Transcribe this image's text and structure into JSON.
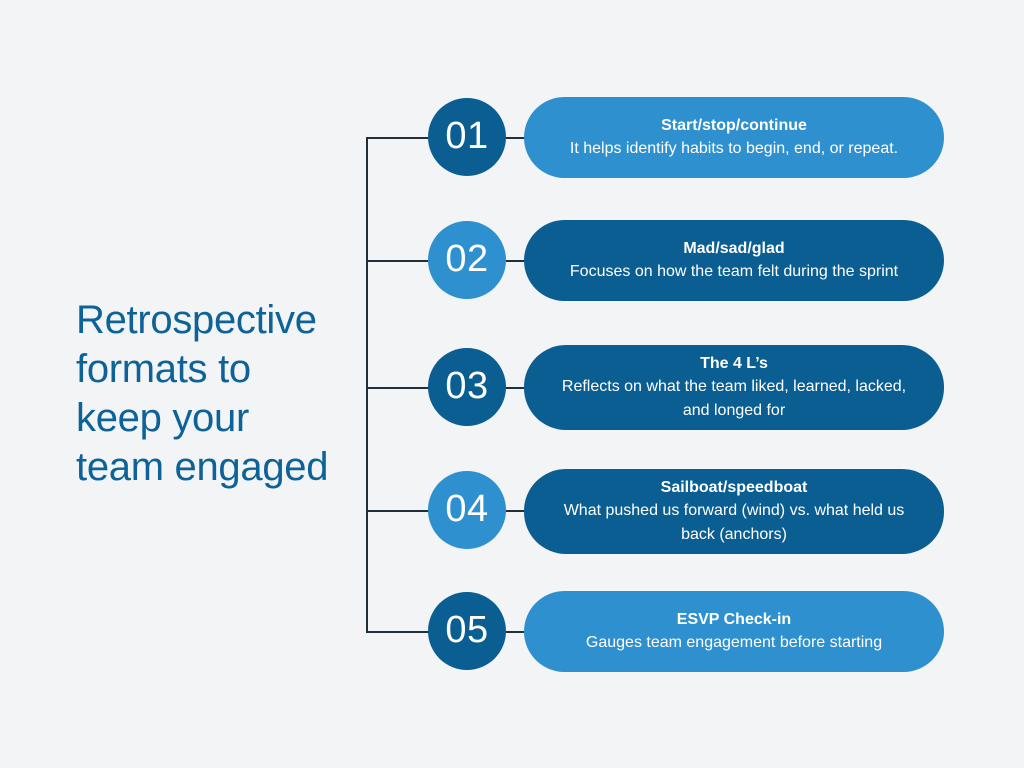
{
  "background_color": "#f2f4f6",
  "palette": {
    "dark_blue": "#0a5e91",
    "light_blue": "#2e90ce",
    "title_blue": "#0d6298",
    "connector": "#20303b",
    "text_on_blue": "#ffffff"
  },
  "title": {
    "lines": [
      "Retrospective",
      "formats to",
      "keep your",
      "team engaged"
    ]
  },
  "items": [
    {
      "number": "01",
      "title": "Start/stop/continue",
      "description": "It helps identify habits to begin, end, or repeat.",
      "circle_color": "#0a5e91",
      "pill_color": "#2e90ce"
    },
    {
      "number": "02",
      "title": "Mad/sad/glad",
      "description": "Focuses on how the team felt during the sprint",
      "circle_color": "#2e90ce",
      "pill_color": "#0b5e92"
    },
    {
      "number": "03",
      "title": "The 4 L’s",
      "description": "Reflects on what the team liked, learned, lacked, and longed for",
      "circle_color": "#0a5e91",
      "pill_color": "#0b5e92"
    },
    {
      "number": "04",
      "title": "Sailboat/speedboat",
      "description": "What pushed us forward (wind) vs. what held us back (anchors)",
      "circle_color": "#2e90ce",
      "pill_color": "#0b5e92"
    },
    {
      "number": "05",
      "title": "ESVP Check-in",
      "description": "Gauges team engagement before starting",
      "circle_color": "#0a5e91",
      "pill_color": "#2e90ce"
    }
  ]
}
